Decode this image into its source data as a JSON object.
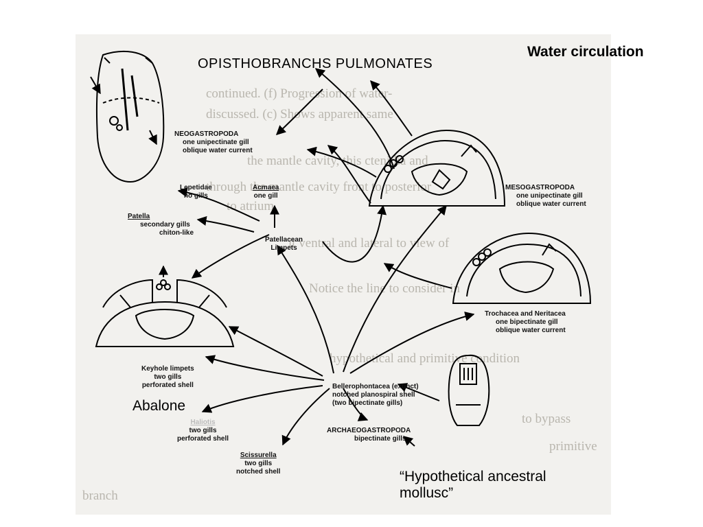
{
  "title": "Water circulation",
  "figure": {
    "heading": "OPISTHOBRANCHS PULMONATES",
    "callouts": {
      "abalone": "Abalone",
      "hypothetical": [
        "“Hypothetical ancestral",
        "mollusc”"
      ]
    },
    "labels": {
      "neogastropoda": [
        "NEOGASTROPODA",
        "one unipectinate gill",
        "oblique water current"
      ],
      "mesogastropoda": [
        "MESOGASTROPODA",
        "one unipectinate gill",
        "oblique water current"
      ],
      "lepetidae": [
        "Lepetidae",
        "no gills"
      ],
      "acmaea": [
        "Acmaea",
        "one gill"
      ],
      "patella": [
        "Patella",
        "secondary gills",
        "chiton-like"
      ],
      "patellacean": [
        "Patellacean",
        "Limpets"
      ],
      "trochacea": [
        "Trochacea and Neritacea",
        "one bipectinate gill",
        "oblique water current"
      ],
      "keyhole": [
        "Keyhole limpets",
        "two gills",
        "perforated shell"
      ],
      "bellerophontacea": [
        "Bellerophontacea (extinct)",
        "notched planospiral shell",
        "(two bipectinate gills)"
      ],
      "haliotis": [
        "Haliotis",
        "two gills",
        "perforated shell"
      ],
      "archaeogastropoda": [
        "ARCHAEOGASTROPODA",
        "bipectinate gills"
      ],
      "scissurella": [
        "Scissurella",
        "two gills",
        "notched shell"
      ]
    }
  }
}
